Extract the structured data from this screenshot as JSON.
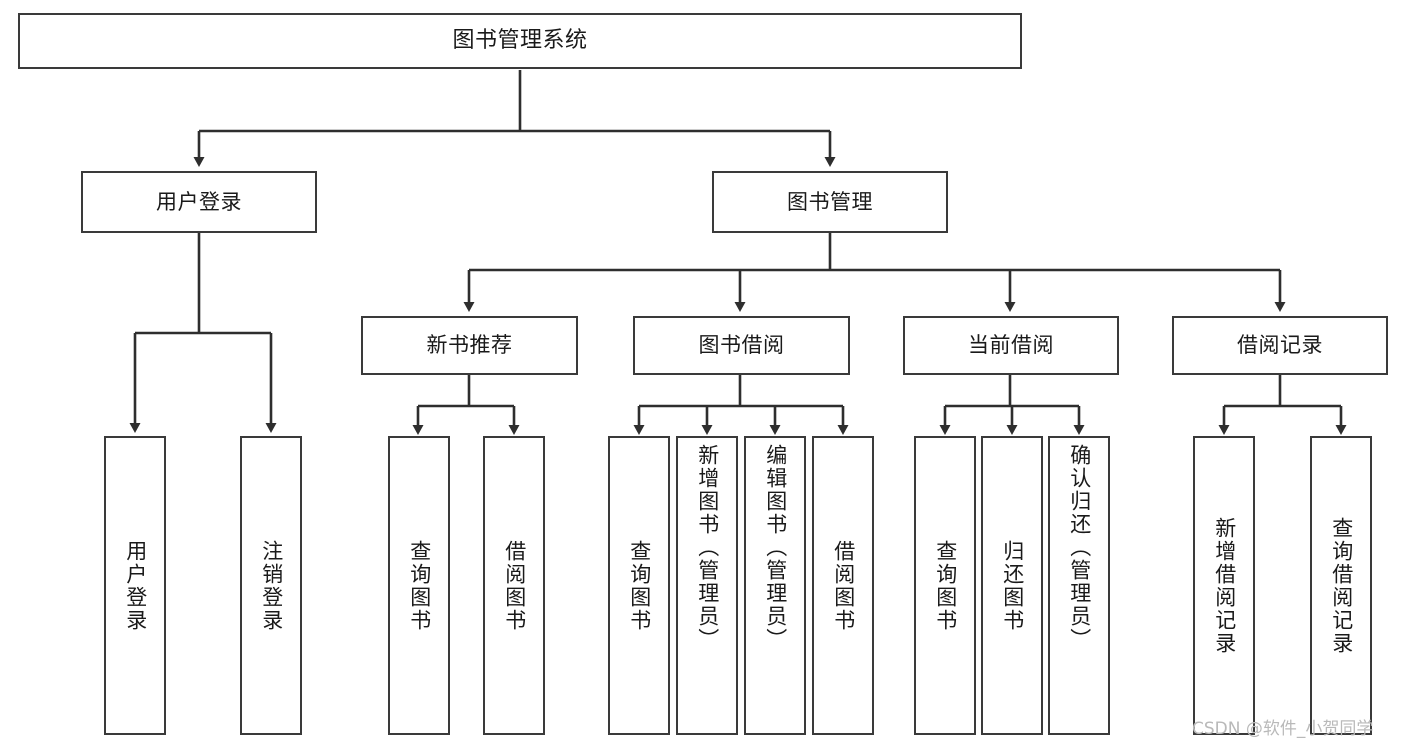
{
  "diagram": {
    "title": "图书管理系统",
    "type": "tree",
    "watermark": "CSDN @软件_小贺同学",
    "colors": {
      "box_border": "#3a3a3a",
      "box_fill": "#ffffff",
      "connector": "#2e2e2e",
      "text": "#1a1a1a",
      "watermark": "#b9b9b9"
    },
    "nodes": {
      "root": {
        "label": "图书管理系统"
      },
      "level2": [
        {
          "id": "user-login",
          "label": "用户登录"
        },
        {
          "id": "book-manage",
          "label": "图书管理"
        }
      ],
      "level3": [
        {
          "id": "new-book-rec",
          "label": "新书推荐"
        },
        {
          "id": "book-borrow",
          "label": "图书借阅"
        },
        {
          "id": "current-borrow",
          "label": "当前借阅"
        },
        {
          "id": "borrow-record",
          "label": "借阅记录"
        }
      ],
      "leaves": {
        "user-login": [
          {
            "id": "leaf-user-login",
            "label": "用户登录"
          },
          {
            "id": "leaf-user-logout",
            "label": "注销登录"
          }
        ],
        "new-book-rec": [
          {
            "id": "leaf-query-book-1",
            "label": "查询图书"
          },
          {
            "id": "leaf-borrow-book-1",
            "label": "借阅图书"
          }
        ],
        "book-borrow": [
          {
            "id": "leaf-query-book-2",
            "label": "查询图书"
          },
          {
            "id": "leaf-add-book",
            "label": "新增图书（管理员）"
          },
          {
            "id": "leaf-edit-book",
            "label": "编辑图书（管理员）"
          },
          {
            "id": "leaf-borrow-book-2",
            "label": "借阅图书"
          }
        ],
        "current-borrow": [
          {
            "id": "leaf-query-book-3",
            "label": "查询图书"
          },
          {
            "id": "leaf-return-book",
            "label": "归还图书"
          },
          {
            "id": "leaf-confirm-return",
            "label": "确认归还（管理员）"
          }
        ],
        "borrow-record": [
          {
            "id": "leaf-add-record",
            "label": "新增借阅记录"
          },
          {
            "id": "leaf-query-record",
            "label": "查询借阅记录"
          }
        ]
      }
    }
  }
}
